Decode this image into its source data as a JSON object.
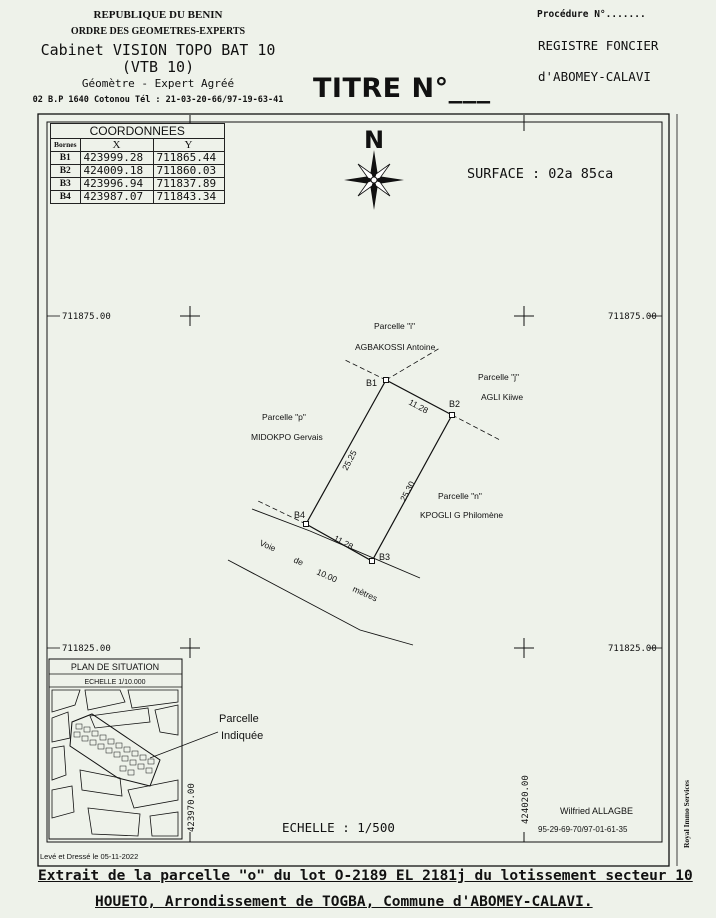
{
  "header_left": {
    "line1": "REPUBLIQUE DU BENIN",
    "line2": "ORDRE DES GEOMETRES-EXPERTS",
    "line3": "Cabinet VISION TOPO BAT 10",
    "line4": "(VTB 10)",
    "line5": "Géomètre - Expert Agréé",
    "line6": "02 B.P 1640 Cotonou Tél : 21-03-20-66/97-19-63-41"
  },
  "header_right": {
    "procedure": "Procédure N°.......",
    "registre": "REGISTRE FONCIER",
    "lieu": "d'ABOMEY-CALAVI"
  },
  "title": "TITRE N°___",
  "north": "N",
  "surface": "SURFACE : 02a 85ca",
  "coords_table": {
    "heading": "COORDONNEES",
    "col_bornes": "Bornes",
    "col_x": "X",
    "col_y": "Y",
    "rows": [
      {
        "b": "B1",
        "x": "423999.28",
        "y": "711865.44"
      },
      {
        "b": "B2",
        "x": "424009.18",
        "y": "711860.03"
      },
      {
        "b": "B3",
        "x": "423996.94",
        "y": "711837.89"
      },
      {
        "b": "B4",
        "x": "423987.07",
        "y": "711843.34"
      }
    ]
  },
  "grid_labels": {
    "y_top_left": "711875.00",
    "y_top_right": "711875.00",
    "y_bot_left": "711825.00",
    "y_bot_right": "711825.00",
    "x_left": "423970.00",
    "x_right": "424020.00"
  },
  "parcels": {
    "i_name": "Parcelle \"i\"",
    "i_owner": "AGBAKOSSI Antoine",
    "j_name": "Parcelle \"j\"",
    "j_owner": "AGLI Kiiwe",
    "p_name": "Parcelle \"p\"",
    "p_owner": "MIDOKPO Gervais",
    "n_name": "Parcelle \"n\"",
    "n_owner": "KPOGLI G Philomène"
  },
  "dimensions": {
    "top": "11.28",
    "bottom": "11.28",
    "left": "25.25",
    "right": "25.30"
  },
  "bornes": {
    "b1": "B1",
    "b2": "B2",
    "b3": "B3",
    "b4": "B4"
  },
  "road": {
    "w1": "Voie",
    "w2": "de",
    "w3": "10.00",
    "w4": "mètres"
  },
  "plan_situation": {
    "title": "PLAN DE SITUATION",
    "scale": "ECHELLE 1/10.000",
    "label1": "Parcelle",
    "label2": "Indiquée"
  },
  "echelle": "ECHELLE : 1/500",
  "signature": {
    "name": "Wilfried ALLAGBE",
    "phone": "95-29-69-70/97-01-61-35"
  },
  "side_stamp": "Royal Immo Services",
  "leve": "Levé et Dressé le 05-11-2022",
  "footer": {
    "line1": "Extrait de la parcelle \"o\" du lot O-2189 EL 2181j du lotissement secteur 10",
    "line2": "HOUETO, Arrondissement de TOGBA, Commune d'ABOMEY-CALAVI."
  }
}
